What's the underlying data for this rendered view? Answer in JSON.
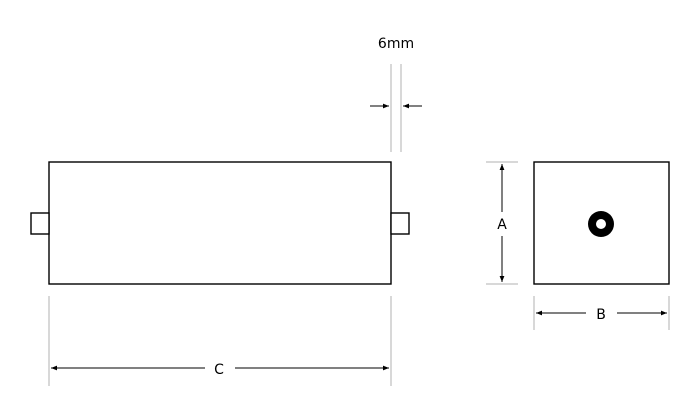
{
  "labels": {
    "thickness": "6mm",
    "height": "A",
    "width": "B",
    "length": "C"
  },
  "colors": {
    "stroke": "#000000",
    "extension": "#b0b0b0",
    "background": "#ffffff"
  }
}
